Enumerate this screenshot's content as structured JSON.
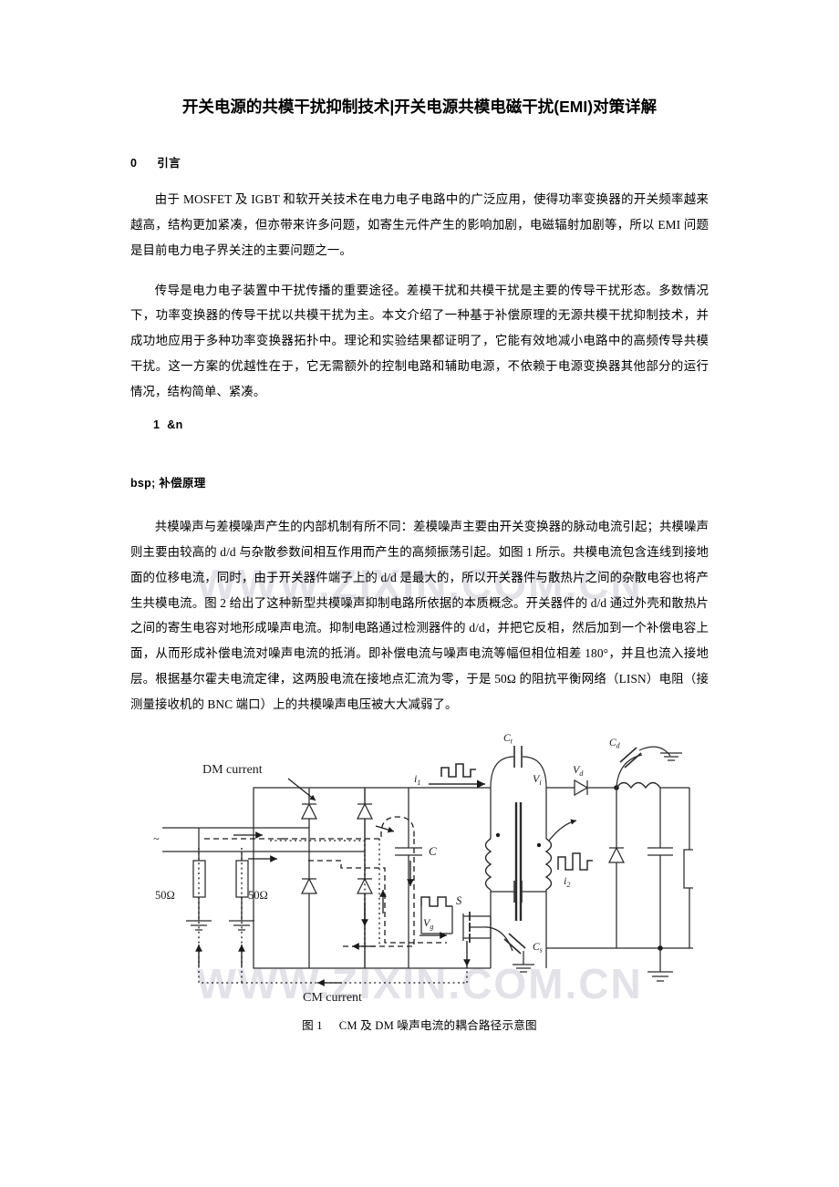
{
  "document": {
    "title": "开关电源的共模干扰抑制技术|开关电源共模电磁干扰(EMI)对策详解",
    "watermark": "WWW.ZIXIN.COM.CN"
  },
  "sections": [
    {
      "number": "0",
      "name": "引言",
      "paragraphs": [
        "由于 MOSFET 及 IGBT 和软开关技术在电力电子电路中的广泛应用，使得功率变换器的开关频率越来越高，结构更加紧凑，但亦带来许多问题，如寄生元件产生的影响加剧，电磁辐射加剧等，所以 EMI 问题是目前电力电子界关注的主要问题之一。",
        "传导是电力电子装置中干扰传播的重要途径。差模干扰和共模干扰是主要的传导干扰形态。多数情况下，功率变换器的传导干扰以共模干扰为主。本文介绍了一种基于补偿原理的无源共模干扰抑制技术，并成功地应用于多种功率变换器拓扑中。理论和实验结果都证明了，它能有效地减小电路中的高频传导共模干扰。这一方案的优越性在于，它无需额外的控制电路和辅助电源，不依赖于电源变换器其他部分的运行情况，结构简单、紧凑。"
      ]
    },
    {
      "number": "1",
      "name_part1": "&n",
      "name_part2": "bsp; 补偿原理",
      "paragraphs": [
        "共模噪声与差模噪声产生的内部机制有所不同：差模噪声主要由开关变换器的脉动电流引起；共模噪声则主要由较高的 d/d 与杂散参数间相互作用而产生的高频振荡引起。如图 1 所示。共模电流包含连线到接地面的位移电流，同时，由于开关器件端子上的 d/d 是最大的，所以开关器件与散热片之间的杂散电容也将产生共模电流。图 2 给出了这种新型共模噪声抑制电路所依据的本质概念。开关器件的 d/d 通过外壳和散热片之间的寄生电容对地形成噪声电流。抑制电路通过检测器件的 d/d，并把它反相，然后加到一个补偿电容上面，从而形成补偿电流对噪声电流的抵消。即补偿电流与噪声电流等幅但相位相差 180°，并且也流入接地层。根据基尔霍夫电流定律，这两股电流在接地点汇流为零，于是 50Ω 的阻抗平衡网络（LISN）电阻（接测量接收机的 BNC 端口）上的共模噪声电压被大大减弱了。"
      ]
    }
  ],
  "figure": {
    "caption_label": "图 1",
    "caption_text": "CM 及 DM 噪声电流的耦合路径示意图",
    "labels": {
      "dm_current": "DM current",
      "cm_current": "CM current",
      "ac_source": "~",
      "lisn_left": "50Ω",
      "lisn_right": "50Ω",
      "bus_cap": "C",
      "primary_current": "i",
      "primary_current_sub": "1",
      "secondary_current": "i",
      "secondary_current_sub": "2",
      "transformer_cap": "C",
      "transformer_cap_sub": "t",
      "input_voltage": "V",
      "input_voltage_sub": "i",
      "diode_voltage": "V",
      "diode_voltage_sub": "d",
      "gate_voltage": "V",
      "gate_voltage_sub": "g",
      "switch": "S",
      "cap_drain": "C",
      "cap_drain_sub": "d",
      "cap_source": "C",
      "cap_source_sub": "s"
    }
  }
}
